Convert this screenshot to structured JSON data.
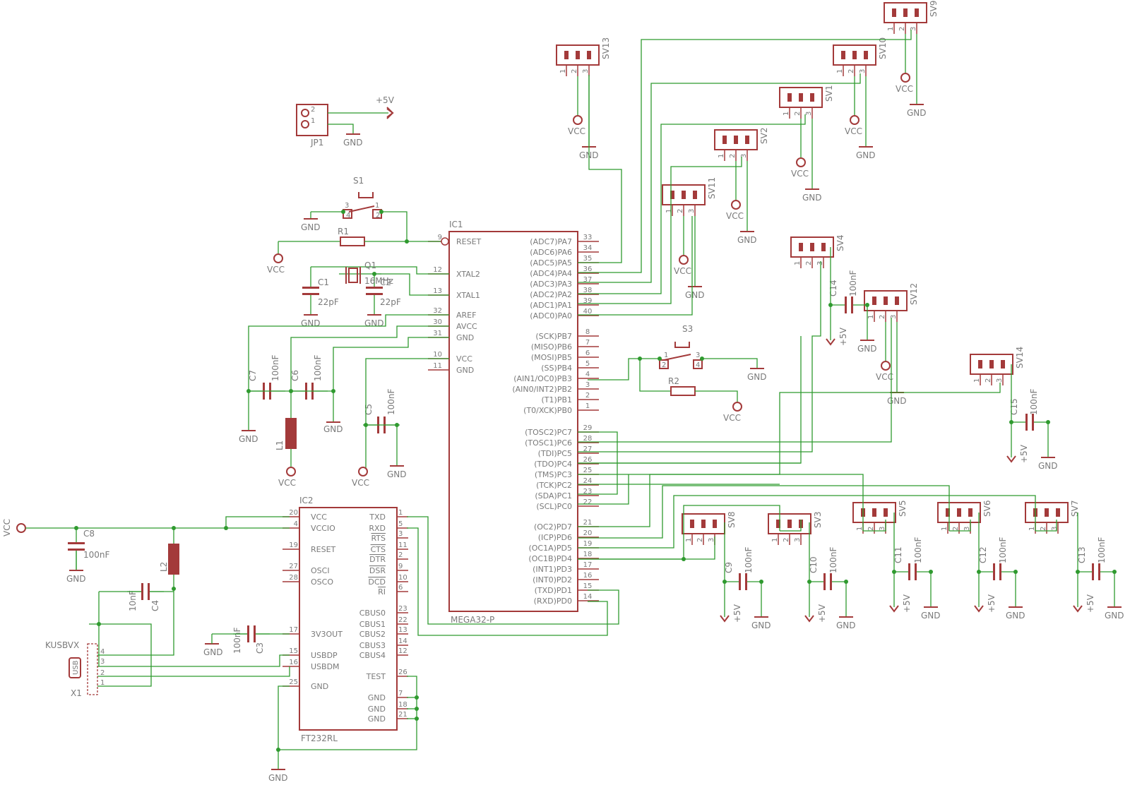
{
  "ic1": {
    "name": "IC1",
    "value": "MEGA32-P",
    "left_pins": [
      {
        "num": "9",
        "label": "RESET"
      },
      {
        "num": "12",
        "label": "XTAL2"
      },
      {
        "num": "13",
        "label": "XTAL1"
      },
      {
        "num": "32",
        "label": "AREF"
      },
      {
        "num": "30",
        "label": "AVCC"
      },
      {
        "num": "31",
        "label": "GND"
      },
      {
        "num": "10",
        "label": "VCC"
      },
      {
        "num": "11",
        "label": "GND"
      }
    ],
    "right_pins": [
      {
        "num": "33",
        "label": "(ADC7)PA7"
      },
      {
        "num": "34",
        "label": "(ADC6)PA6"
      },
      {
        "num": "35",
        "label": "(ADC5)PA5"
      },
      {
        "num": "36",
        "label": "(ADC4)PA4"
      },
      {
        "num": "37",
        "label": "(ADC3)PA3"
      },
      {
        "num": "38",
        "label": "(ADC2)PA2"
      },
      {
        "num": "39",
        "label": "(ADC1)PA1"
      },
      {
        "num": "40",
        "label": "(ADC0)PA0"
      },
      {
        "num": "8",
        "label": "(SCK)PB7"
      },
      {
        "num": "7",
        "label": "(MISO)PB6"
      },
      {
        "num": "6",
        "label": "(MOSI)PB5"
      },
      {
        "num": "5",
        "label": "(SS)PB4"
      },
      {
        "num": "4",
        "label": "(AIN1/OC0)PB3"
      },
      {
        "num": "3",
        "label": "(AIN0/INT2)PB2"
      },
      {
        "num": "2",
        "label": "(T1)PB1"
      },
      {
        "num": "1",
        "label": "(T0/XCK)PB0"
      },
      {
        "num": "29",
        "label": "(TOSC2)PC7"
      },
      {
        "num": "28",
        "label": "(TOSC1)PC6"
      },
      {
        "num": "27",
        "label": "(TDI)PC5"
      },
      {
        "num": "26",
        "label": "(TDO)PC4"
      },
      {
        "num": "25",
        "label": "(TMS)PC3"
      },
      {
        "num": "24",
        "label": "(TCK)PC2"
      },
      {
        "num": "23",
        "label": "(SDA)PC1"
      },
      {
        "num": "22",
        "label": "(SCL)PC0"
      },
      {
        "num": "21",
        "label": "(OC2)PD7"
      },
      {
        "num": "20",
        "label": "(ICP)PD6"
      },
      {
        "num": "19",
        "label": "(OC1A)PD5"
      },
      {
        "num": "18",
        "label": "(OC1B)PD4"
      },
      {
        "num": "17",
        "label": "(INT1)PD3"
      },
      {
        "num": "16",
        "label": "(INT0)PD2"
      },
      {
        "num": "15",
        "label": "(TXD)PD1"
      },
      {
        "num": "14",
        "label": "(RXD)PD0"
      }
    ]
  },
  "ic2": {
    "name": "IC2",
    "value": "FT232RL",
    "left_pins": [
      {
        "num": "20",
        "label": "VCC"
      },
      {
        "num": "4",
        "label": "VCCIO"
      },
      {
        "num": "19",
        "label": "RESET"
      },
      {
        "num": "27",
        "label": "OSCI"
      },
      {
        "num": "28",
        "label": "OSCO"
      },
      {
        "num": "17",
        "label": "3V3OUT"
      },
      {
        "num": "15",
        "label": "USBDP"
      },
      {
        "num": "16",
        "label": "USBDM"
      },
      {
        "num": "25",
        "label": "GND"
      }
    ],
    "right_pins": [
      {
        "num": "1",
        "label": "TXD"
      },
      {
        "num": "5",
        "label": "RXD"
      },
      {
        "num": "3",
        "label": "RTS"
      },
      {
        "num": "11",
        "label": "CTS"
      },
      {
        "num": "2",
        "label": "DTR"
      },
      {
        "num": "9",
        "label": "DSR"
      },
      {
        "num": "10",
        "label": "DCD"
      },
      {
        "num": "6",
        "label": "RI"
      },
      {
        "num": "23",
        "label": "CBUS0"
      },
      {
        "num": "22",
        "label": "CBUS1"
      },
      {
        "num": "13",
        "label": "CBUS2"
      },
      {
        "num": "14",
        "label": "CBUS3"
      },
      {
        "num": "12",
        "label": "CBUS4"
      },
      {
        "num": "26",
        "label": "TEST"
      },
      {
        "num": "7",
        "label": "GND"
      },
      {
        "num": "18",
        "label": "GND"
      },
      {
        "num": "21",
        "label": "GND"
      }
    ]
  },
  "connectors": [
    {
      "name": "SV9"
    },
    {
      "name": "SV13"
    },
    {
      "name": "SV10"
    },
    {
      "name": "SV1"
    },
    {
      "name": "SV2"
    },
    {
      "name": "SV11"
    },
    {
      "name": "SV4"
    },
    {
      "name": "SV12"
    },
    {
      "name": "SV14"
    },
    {
      "name": "SV8"
    },
    {
      "name": "SV3"
    },
    {
      "name": "SV5"
    },
    {
      "name": "SV6"
    },
    {
      "name": "SV7"
    }
  ],
  "pin_numbers": [
    "1",
    "2",
    "3"
  ],
  "caps": [
    {
      "name": "C1",
      "value": "22pF"
    },
    {
      "name": "C2",
      "value": "22pF"
    },
    {
      "name": "C7",
      "value": "100nF"
    },
    {
      "name": "C6",
      "value": "100nF"
    },
    {
      "name": "C5",
      "value": "100nF"
    },
    {
      "name": "C8",
      "value": "100nF"
    },
    {
      "name": "C4",
      "value": "10nF"
    },
    {
      "name": "C3",
      "value": "100nF"
    },
    {
      "name": "C14",
      "value": "100nF"
    },
    {
      "name": "C15",
      "value": "100nF"
    },
    {
      "name": "C9",
      "value": "100nF"
    },
    {
      "name": "C10",
      "value": "100nF"
    },
    {
      "name": "C11",
      "value": "100nF"
    },
    {
      "name": "C12",
      "value": "100nF"
    },
    {
      "name": "C13",
      "value": "100nF"
    }
  ],
  "misc": {
    "jp1": "JP1",
    "plus5v": "+5V",
    "gnd": "GND",
    "vcc": "VCC",
    "s1": "S1",
    "s3": "S3",
    "r1": "R1",
    "r2": "R2",
    "q1": "Q1",
    "q1_value": "16MHz",
    "l1": "L1",
    "l2": "L2",
    "x1": "X1",
    "x1_value": "KUSBVX",
    "usb": "USB"
  },
  "colors": {
    "wire": "#2f9a2f",
    "part": "#a33a3a",
    "text": "#7a7a7a"
  }
}
